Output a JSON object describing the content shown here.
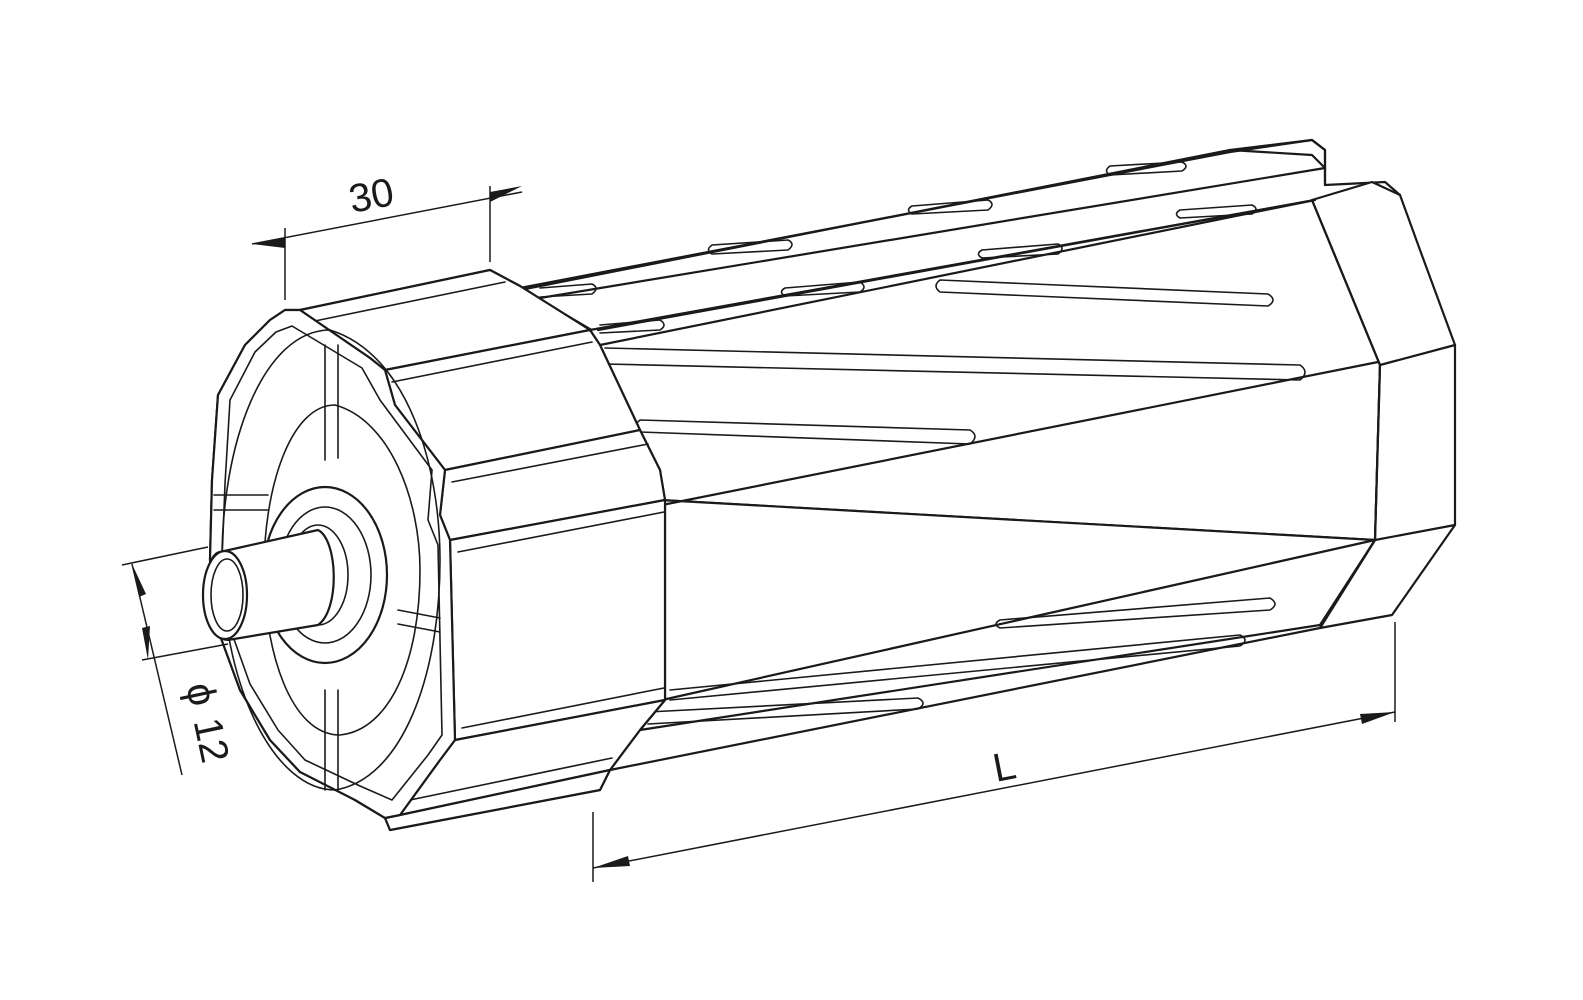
{
  "dimensions": {
    "width_label": "30",
    "diameter_symbol": "ϕ",
    "diameter_value": "12",
    "length_label": "L"
  },
  "colors": {
    "line": "#1a1a1a",
    "background": "#ffffff"
  }
}
